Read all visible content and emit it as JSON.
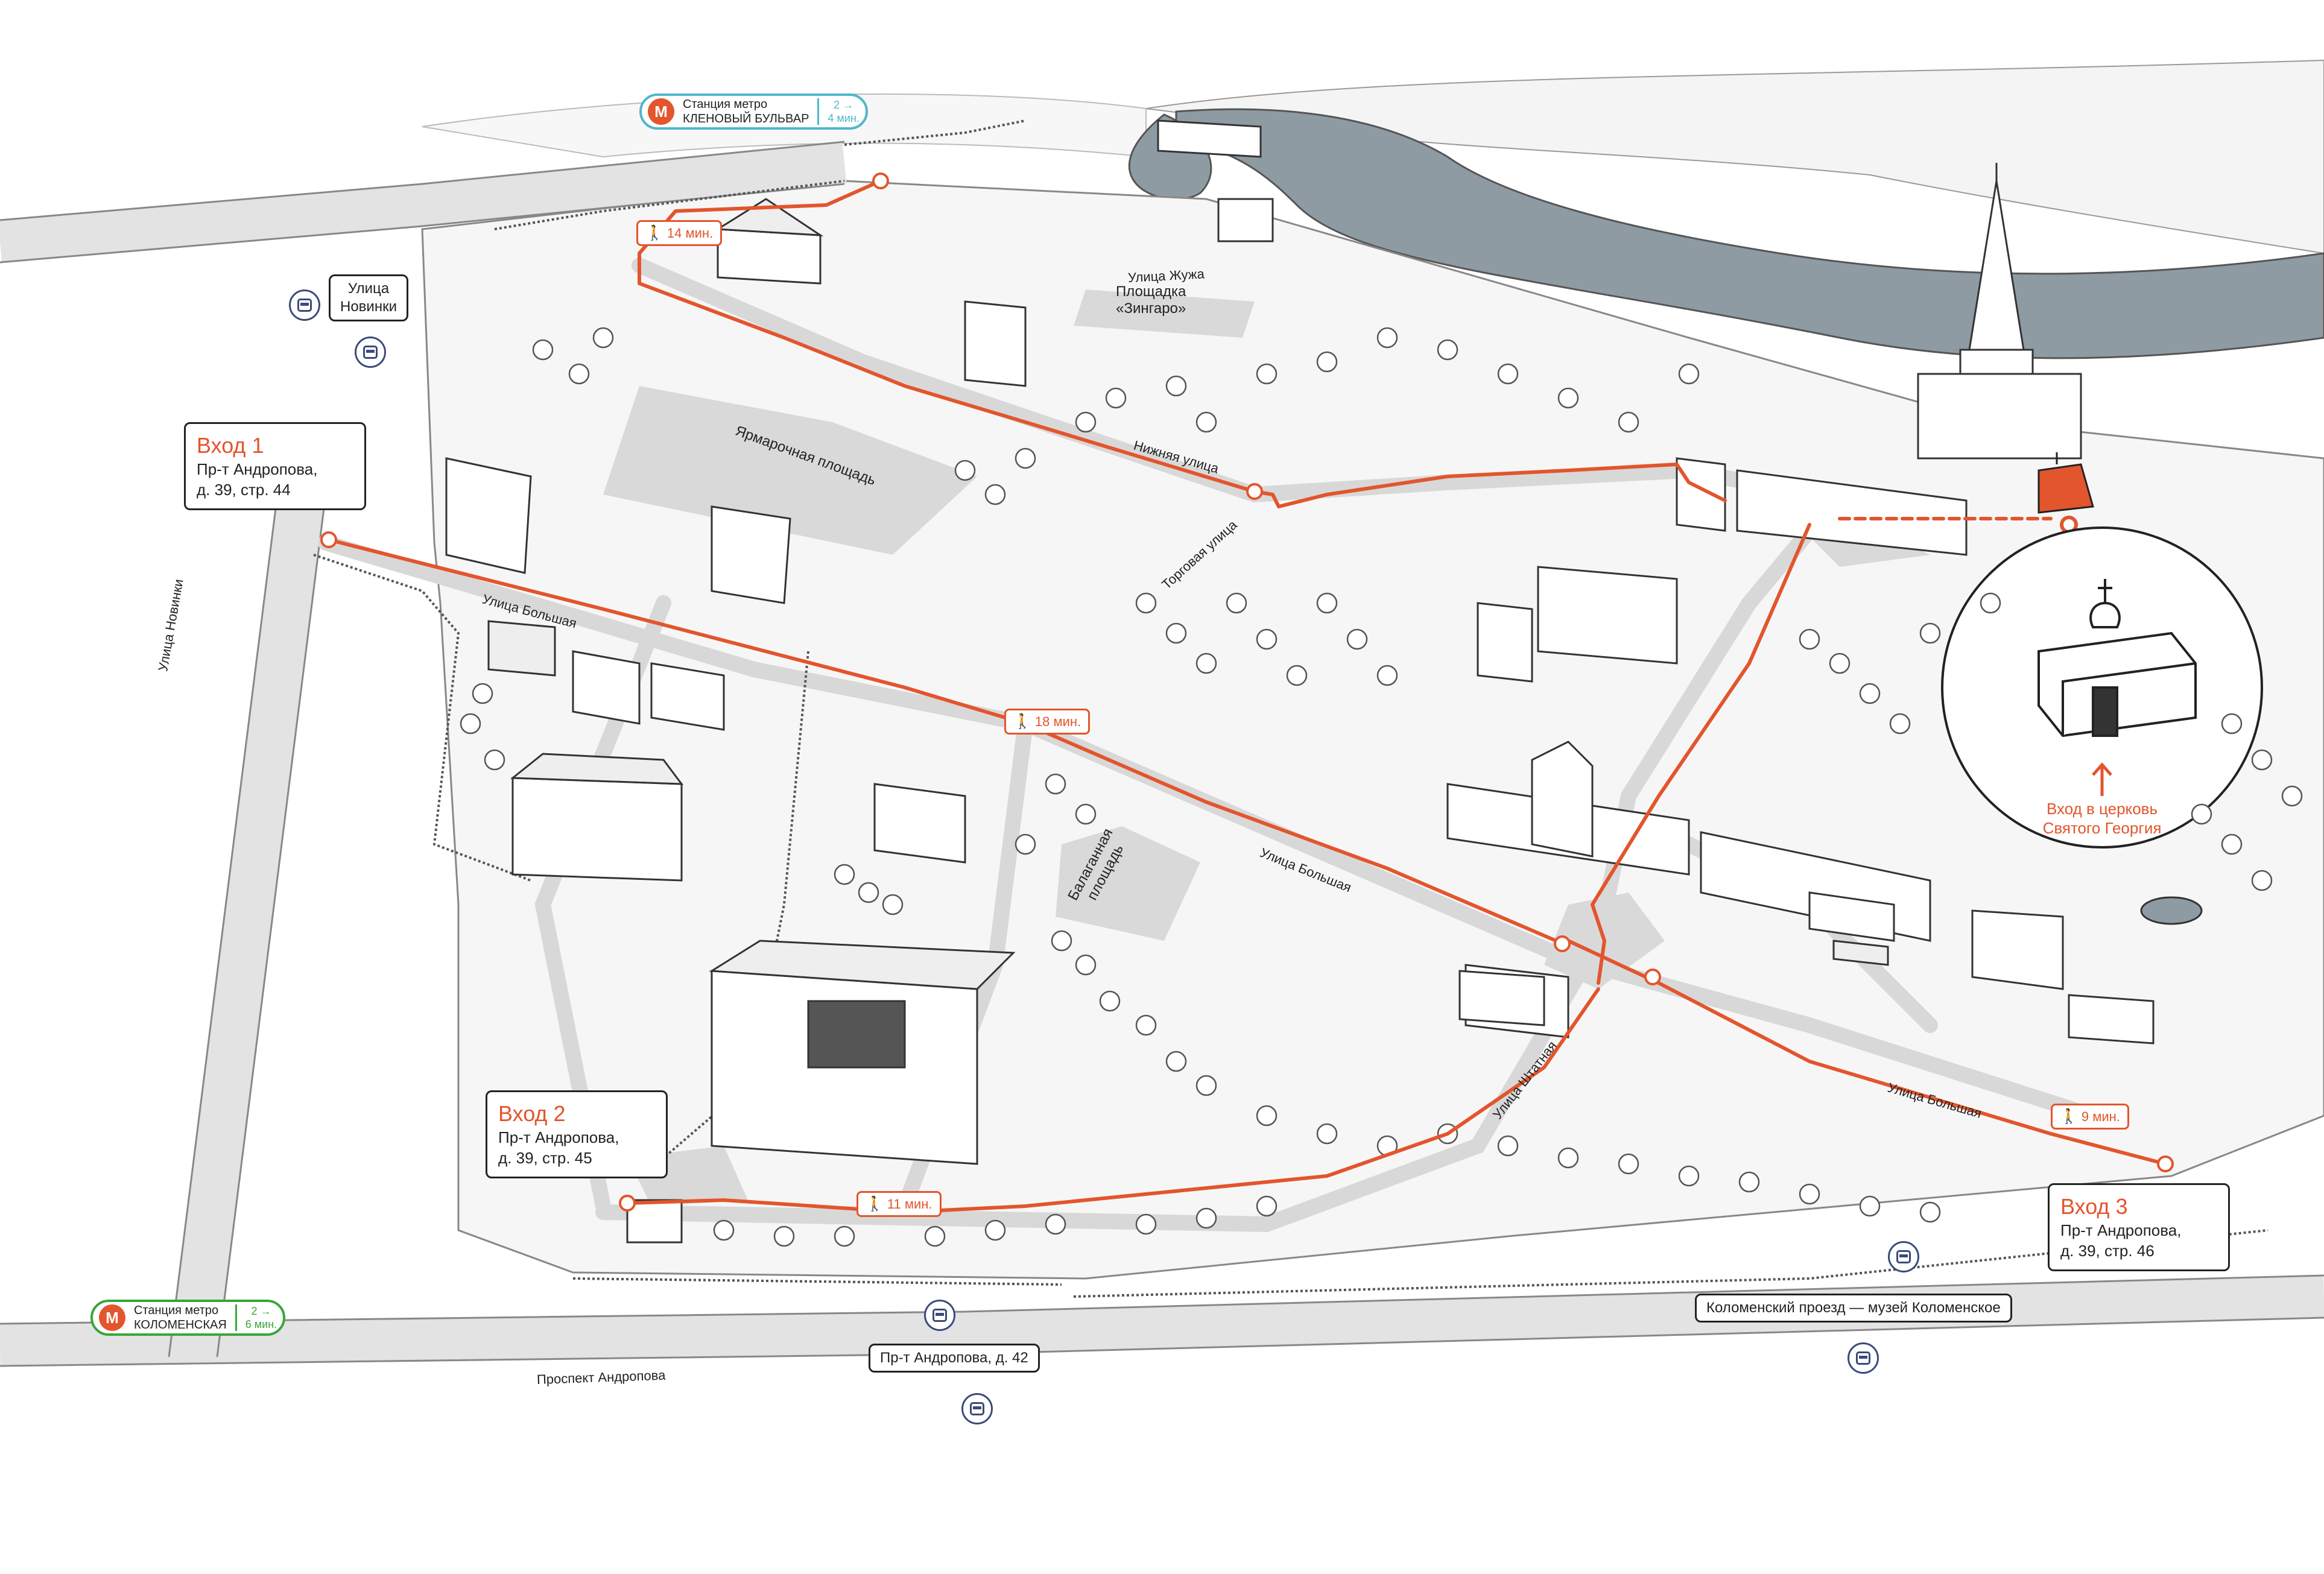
{
  "entrances": [
    {
      "title": "Вход 1",
      "address": "Пр-т Андропова,\nд. 39, стр. 44"
    },
    {
      "title": "Вход 2",
      "address": "Пр-т Андропова,\nд. 39, стр. 45"
    },
    {
      "title": "Вход 3",
      "address": "Пр-т Андропова,\nд. 39, стр. 46"
    }
  ],
  "metro": [
    {
      "name": "Станция метро\nКЛЕНОВЫЙ БУЛЬВАР",
      "time": "2 →\n4 мин.",
      "color": "#4fb7c9"
    },
    {
      "name": "Станция метро\nКОЛОМЕНСКАЯ",
      "time": "2 →\n6 мин.",
      "color": "#3aa53a"
    }
  ],
  "bus_stops": [
    {
      "name": "Улица\nНовинки"
    },
    {
      "name": "Пр-т Андропова, д. 42"
    },
    {
      "name": "Коломенский проезд — музей Коломенское"
    }
  ],
  "walk_times": [
    "14 мин.",
    "18 мин.",
    "11 мин.",
    "9 мин."
  ],
  "street_labels": [
    "Улица Жужа",
    "Нижняя улица",
    "Торговая улица",
    "Улица Большая",
    "Улица Большая",
    "Улица Большая",
    "Улица Штатная",
    "Улица Новинки",
    "Проспект Андропова"
  ],
  "area_labels": [
    "Площадка\n«Зингаро»",
    "Ярмарочная площадь",
    "Балаганная\nплощадь"
  ],
  "church_note": "Вход в церковь\nСвятого Георгия",
  "icons": {
    "walk": "walking-person-icon",
    "bus": "bus-icon",
    "metro": "metro-m-icon",
    "arrow": "arrow-icon"
  },
  "colors": {
    "route": "#e3552d",
    "river": "#8f9ba3",
    "road": "#e3e3e3",
    "ink": "#222222",
    "bus": "#3a4a7a"
  }
}
